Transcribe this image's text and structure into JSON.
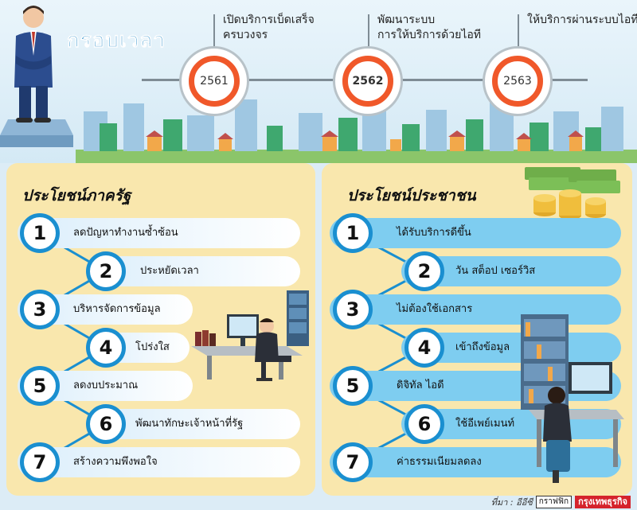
{
  "header": {
    "title": "กรอบเวลา"
  },
  "timeline": [
    {
      "year": "2561",
      "caption": [
        "เปิดบริการเบ็ดเสร็จ",
        "ครบวงจร"
      ]
    },
    {
      "year": "2562",
      "caption": [
        "พัฒนาระบบ",
        "การให้บริการด้วยไอที"
      ]
    },
    {
      "year": "2563",
      "caption": [
        "ให้บริการผ่านระบบไอที"
      ]
    }
  ],
  "left_panel": {
    "title": "ประโยชน์ภาครัฐ",
    "items": [
      {
        "num": "1",
        "label": "ลดปัญหาทำงานซ้ำซ้อน"
      },
      {
        "num": "2",
        "label": "ประหยัดเวลา"
      },
      {
        "num": "3",
        "label": "บริหารจัดการข้อมูล"
      },
      {
        "num": "4",
        "label": "โปร่งใส"
      },
      {
        "num": "5",
        "label": "ลดงบประมาณ"
      },
      {
        "num": "6",
        "label": "พัฒนาทักษะเจ้าหน้าที่รัฐ"
      },
      {
        "num": "7",
        "label": "สร้างความพึงพอใจ"
      }
    ]
  },
  "right_panel": {
    "title": "ประโยชน์ประชาชน",
    "items": [
      {
        "num": "1",
        "label": "ได้รับบริการดีขึ้น"
      },
      {
        "num": "2",
        "label": "วัน สต็อป เซอร์วิส"
      },
      {
        "num": "3",
        "label": "ไม่ต้องใช้เอกสาร"
      },
      {
        "num": "4",
        "label": "เข้าถึงข้อมูล"
      },
      {
        "num": "5",
        "label": "ดิจิทัล ไอดี"
      },
      {
        "num": "6",
        "label": "ใช้อีเพย์เมนท์"
      },
      {
        "num": "7",
        "label": "ค่าธรรมเนียมลดลง"
      }
    ]
  },
  "footer": {
    "source": "ที่มา : อีอีซี",
    "graphic": "กราฟฟิก",
    "brand": "กรุงเทพธุรกิจ"
  },
  "colors": {
    "accent_blue": "#1a8fd0",
    "ring_orange": "#f0582a",
    "panel_bg": "#f9e7ad",
    "right_bar": "#7ecdf0"
  }
}
